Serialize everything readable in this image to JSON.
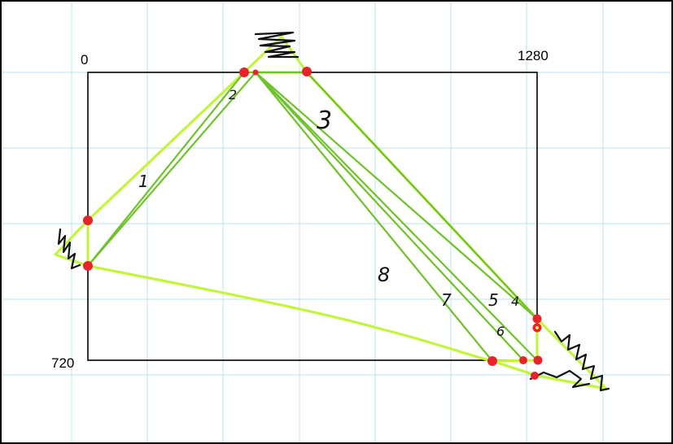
{
  "labels": {
    "x_start": "0",
    "x_end": "1280",
    "y_end": "720"
  },
  "line_labels": [
    "1",
    "2",
    "3",
    "4",
    "5",
    "6",
    "7",
    "8"
  ],
  "colors": {
    "grid": "#c9e6f2",
    "frame": "#000000",
    "light_green": "#c3f53c",
    "green": "#6fc22a",
    "point": "#e8232a",
    "scribble": "#111111"
  }
}
